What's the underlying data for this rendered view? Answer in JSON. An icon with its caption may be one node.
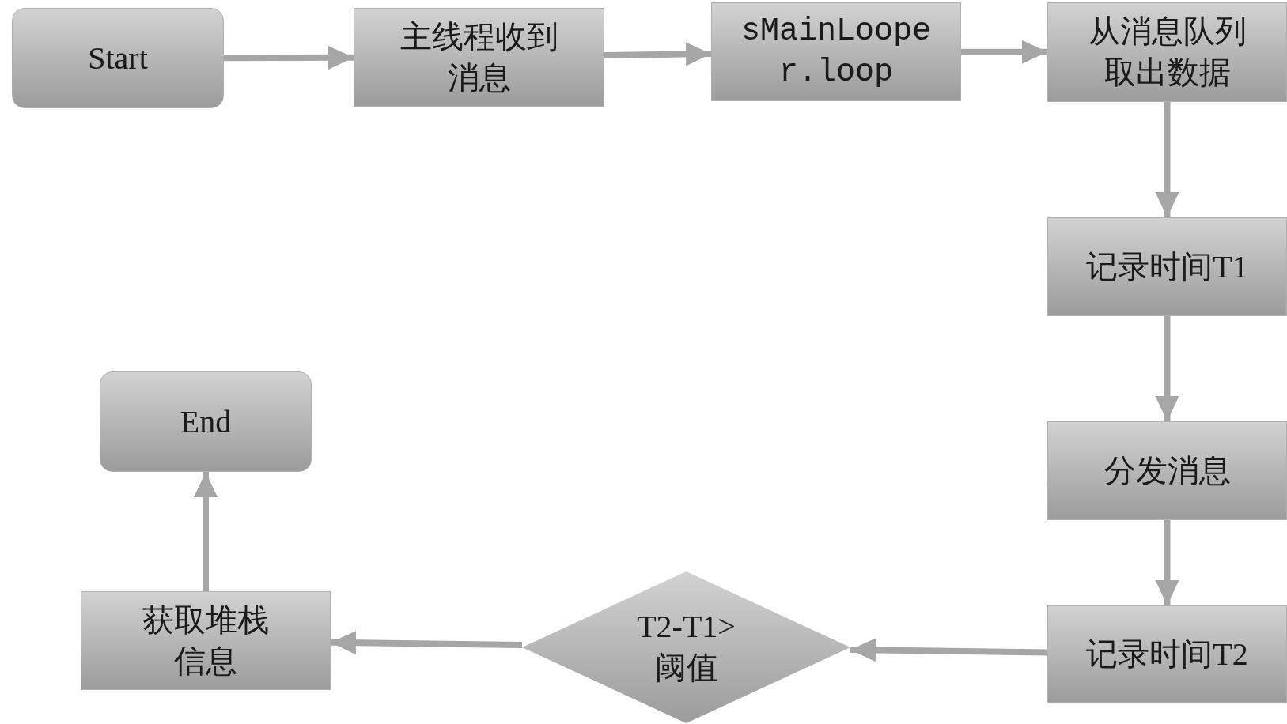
{
  "diagram": {
    "nodes": [
      {
        "text": [
          "Start"
        ]
      },
      {
        "text": [
          "主线程收到消息"
        ]
      },
      {
        "text": [
          "sMainLooper.loop"
        ]
      },
      {
        "text": [
          "从消息队列取出数据"
        ]
      },
      {
        "text": [
          "记录时间T1"
        ]
      },
      {
        "text": [
          "分发消息"
        ]
      },
      {
        "text": [
          "记录时间T2"
        ]
      },
      {
        "text": [
          "T2-T1>阈值"
        ]
      },
      {
        "text": [
          "获取堆栈信息"
        ]
      },
      {
        "text": [
          "End"
        ]
      }
    ],
    "edges": [
      {
        "from": 0,
        "to": 1,
        "arrow": "to"
      },
      {
        "from": 1,
        "to": 2,
        "arrow": "to"
      },
      {
        "from": 2,
        "to": 3,
        "arrow": "to"
      },
      {
        "from": 3,
        "to": 4,
        "arrow": "to"
      },
      {
        "from": 4,
        "to": 5,
        "arrow": "to"
      },
      {
        "from": 5,
        "to": 6,
        "arrow": "to"
      },
      {
        "from": 6,
        "to": 7,
        "arrow": "to"
      },
      {
        "from": 7,
        "to": 8,
        "arrow": "to"
      },
      {
        "from": 8,
        "to": 9,
        "arrow": "to"
      }
    ]
  }
}
